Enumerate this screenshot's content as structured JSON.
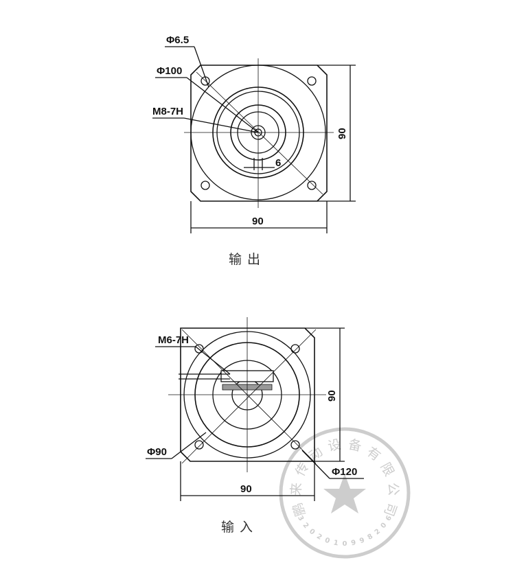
{
  "output_view": {
    "caption": "输出",
    "labels": {
      "bolt_hole": "Φ6.5",
      "pcd": "Φ100",
      "thread": "M8-7H",
      "key": "6",
      "width": "90",
      "height": "90"
    }
  },
  "input_view": {
    "caption": "输入",
    "labels": {
      "thread": "M6-7H",
      "pilot": "Φ90",
      "pcd": "Φ120",
      "width": "90",
      "height": "90"
    }
  },
  "stamp": {
    "company": "鹏来传动设备有限公司",
    "number": "3202010998206",
    "color": "#c8c8c8"
  }
}
